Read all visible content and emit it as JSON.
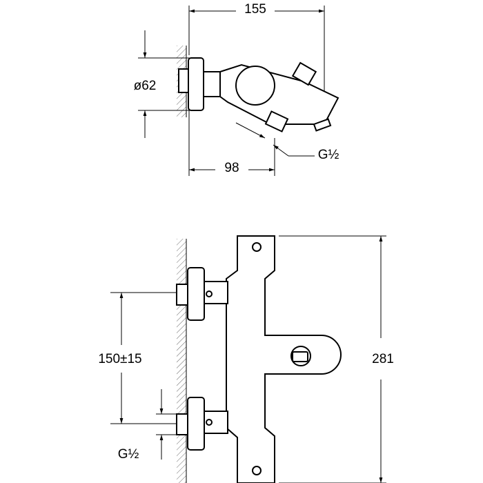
{
  "top_view": {
    "dim_overall_width": "155",
    "dim_diameter": "ø62",
    "dim_outlet_offset": "98",
    "dim_thread": "G½"
  },
  "front_view": {
    "dim_height": "281",
    "dim_inlet_spacing": "150±15",
    "dim_thread": "G½"
  },
  "colors": {
    "line": "#000000",
    "hatch": "#666666",
    "background": "#ffffff"
  }
}
